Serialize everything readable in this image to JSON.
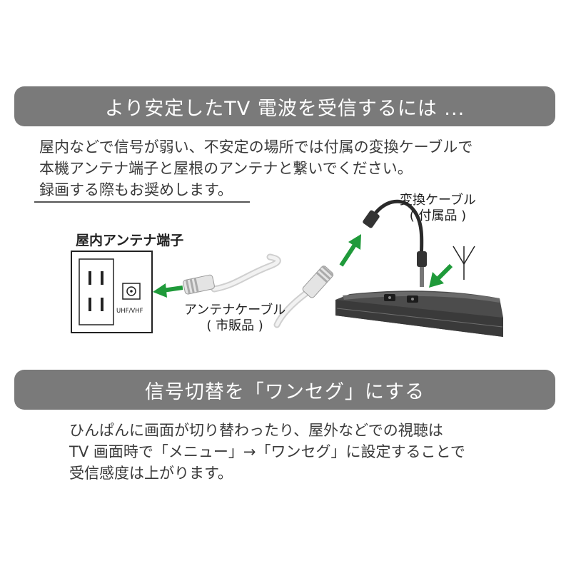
{
  "section1": {
    "title": "より安定したTV 電波を受信するには ...",
    "lines": [
      "屋内などで信号が弱い、不安定の場所では付属の変換ケーブルで",
      "本機アンテナ端子と屋根のアンテナと繋いでください。",
      "録画する際もお奨めします。"
    ]
  },
  "diagram": {
    "wall_terminal_label": "屋内アンテナ端子",
    "port_label": "UHF/VHF",
    "antenna_cable_label": "アンテナケーブル",
    "antenna_cable_note": "( 市販品 )",
    "converter_cable_label": "変換ケーブル",
    "converter_cable_note": "( 付属品 )",
    "arrow_color": "#1f9a3a"
  },
  "section2": {
    "title": "信号切替を「ワンセグ」にする",
    "lines": [
      "ひんぱんに画面が切り替わったり、屋外などでの視聴は",
      "TV 画面時で「メニュー」→「ワンセグ」に設定することで",
      "受信感度は上がります。"
    ]
  }
}
